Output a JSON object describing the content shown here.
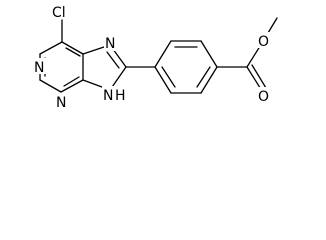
{
  "molecule": {
    "atom_labels": {
      "cl": "Cl",
      "n1": "N",
      "n3": "N",
      "n7": "N",
      "n9h": "N",
      "h9": "H",
      "o_carbonyl": "O",
      "o_ether": "O"
    }
  }
}
